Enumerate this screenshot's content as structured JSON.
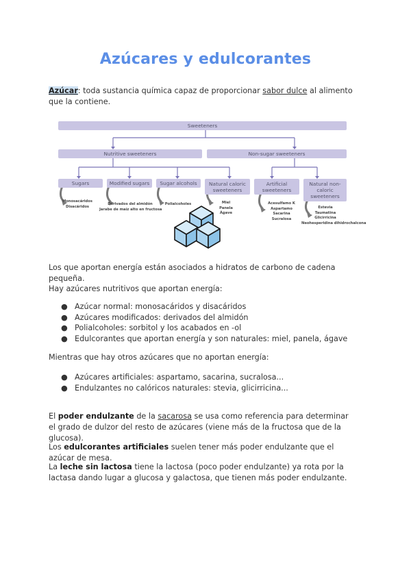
{
  "title": "Azúcares y edulcorantes",
  "intro": {
    "term": "Azúcar",
    "text_1": ": toda sustancia química capaz de proporcionar ",
    "link": "sabor dulce",
    "text_2": " al alimento que la contiene."
  },
  "diagram": {
    "root": "Sweeteners",
    "level1": [
      "Nutritive sweeteners",
      "Non-sugar sweeteners"
    ],
    "level2": [
      "Sugars",
      "Modified sugars",
      "Sugar alcohols",
      "Natural caloric sweeteners",
      "Artificial sweeteners",
      "Natural non-caloric sweeteners"
    ],
    "examples": {
      "sugars": [
        "Monosacáridos",
        "Disacáridos"
      ],
      "modified": [
        "Derivados del almidón",
        "Jarabe de maíz alto en fructosa"
      ],
      "alcohols": [
        "Polialcoholes"
      ],
      "natural_caloric": [
        "Miel",
        "Panela",
        "Ágave"
      ],
      "artificial": [
        "Acesulfamo K",
        "Aspartamo",
        "Sacarina",
        "Sucralosa"
      ],
      "natural_noncaloric": [
        "Estevia",
        "Taumatina",
        "Glicirricina",
        "Neohesperidina dihidrochalcona"
      ]
    },
    "colors": {
      "box": "#c9c5e3",
      "line": "#7a74b8",
      "arrow": "#7a7a7a",
      "cube": "#a9d3ef"
    }
  },
  "p_energy": "Los que aportan energía están asociados a hidratos de carbono de cadena pequeña.",
  "p_nutritive": "Hay azúcares nutritivos que aportan energía:",
  "list_nutritive": [
    "Azúcar normal: monosacáridos y disacáridos",
    "Azúcares modificados: derivados del almidón",
    "Polialcoholes: sorbitol y los acabados en -ol",
    "Edulcorantes que aportan energía y son naturales: miel, panela, ágave"
  ],
  "p_other": "Mientras que hay otros azúcares que no aportan energía:",
  "list_other": [
    "Azúcares artificiales: aspartamo, sacarina, sucralosa...",
    "Endulzantes no calóricos naturales: stevia, glicirricina..."
  ],
  "p_power": {
    "t1": "El ",
    "b1": "poder endulzante",
    "t2": " de la ",
    "u1": "sacarosa",
    "t3": " se usa como referencia para determinar el grado de dulzor del resto de azúcares (viene más de la fructosa que de la glucosa)."
  },
  "p_artificial": {
    "t1": "Los ",
    "b1": "edulcorantes artificiales",
    "t2": " suelen tener más poder endulzante que el azúcar de mesa."
  },
  "p_milk": {
    "t1": "La ",
    "b1": "leche sin lactosa",
    "t2": " tiene la lactosa (poco poder endulzante) ya rota por la lactasa dando lugar a glucosa y galactosa, que tienen más poder endulzante."
  }
}
